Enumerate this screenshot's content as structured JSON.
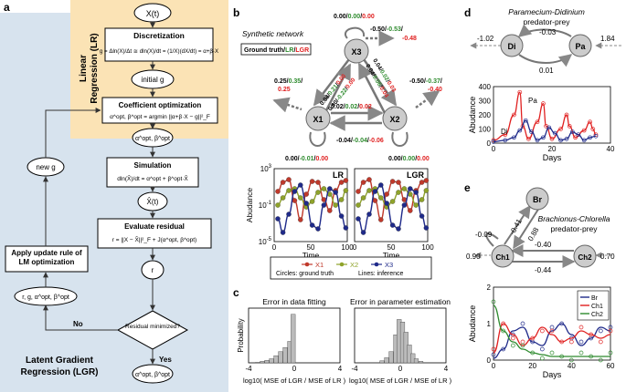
{
  "panel_labels": {
    "a": "a",
    "b": "b",
    "c": "c",
    "d": "d",
    "e": "e"
  },
  "panel_a": {
    "lr_title_1": "Linear",
    "lr_title_2": "Regression (LR)",
    "lgr_title_1": "Latent Gradient",
    "lgr_title_2": "Regression (LGR)",
    "xt": "X(t)",
    "discretization_title": "Discretization",
    "discretization_eq": "g = Δln(X)/Δt ≅ dln(X)/dt = (1/X)(dX/dt) = α+β·X",
    "initial_g": "initial g",
    "coef_title": "Coefficient optimization",
    "coef_eq": "α^opt, β^opt = argmin ||α+β·X − g||²_F",
    "coef_result": "α^opt, β^opt",
    "simulation_title": "Simulation",
    "simulation_eq": "dln(X̂)/dt = α^opt + β^opt·X̂",
    "xhat": "X̂(t)",
    "residual_title": "Evaluate residual",
    "residual_eq": "r = ||X − X̂||²_F + J(α^opt, β^opt)",
    "r": "r",
    "residual_q": "Residual minimized?",
    "no": "No",
    "yes": "Yes",
    "new_g": "new g",
    "lm_rule": "Apply update rule of LM optimization",
    "rg_tuple": "r, g, α^opt, β^opt",
    "final": "α^opt, β^opt"
  },
  "panel_b": {
    "title": "Synthetic network",
    "legend": [
      "Ground truth",
      "LR",
      "LGR"
    ],
    "nodes": [
      "X1",
      "X2",
      "X3"
    ],
    "edges": [
      {
        "gt": "0.00",
        "lr": "0.00",
        "lgr": "0.00"
      },
      {
        "gt": "-0.50",
        "lr": "-0.53",
        "lgr": "-0.48"
      },
      {
        "gt": "0.25",
        "lr": "0.35",
        "lgr": "0.25"
      },
      {
        "gt": "-0.50",
        "lr": "-0.37",
        "lgr": "-0.40"
      },
      {
        "gt": "0.04",
        "lr": "0.21",
        "lgr": "0.00"
      },
      {
        "gt": "0.00",
        "lr": "-0.22",
        "lgr": "0.00"
      },
      {
        "gt": "0.02",
        "lr": "0.02",
        "lgr": "0.02"
      },
      {
        "gt": "0.04",
        "lr": "0.06",
        "lgr": "0.04"
      },
      {
        "gt": "0.04",
        "lr": "0.02",
        "lgr": "0.03"
      },
      {
        "gt": "-0.04",
        "lr": "-0.04",
        "lgr": "-0.06"
      },
      {
        "gt": "0.00",
        "lr": "-0.01",
        "lgr": "0.00"
      },
      {
        "gt": "0.00",
        "lr": "0.00",
        "lgr": "0.00"
      }
    ],
    "colors": {
      "gt": "#000000",
      "lr": "#2e8b2e",
      "lgr": "#e02020"
    },
    "caption_circles": "Circles: ground truth",
    "caption_lines": "Lines: inference"
  },
  "panel_d": {
    "title_1": "Paramecium-Didinium",
    "title_2": "predator-prey",
    "nodes": [
      "Di",
      "Pa"
    ],
    "weights": [
      "-1.02",
      "-0.03",
      "0.01",
      "1.84"
    ]
  },
  "panel_e": {
    "title_1": "Brachionus-Chlorella",
    "title_2": "predator-prey",
    "nodes": [
      "Br",
      "Ch1",
      "Ch2"
    ],
    "weights": [
      "-0.09",
      "-0.41",
      "0.88",
      "0.90",
      "-0.40",
      "-0.44",
      "0.70"
    ]
  },
  "chart_data": [
    {
      "id": "b-lr",
      "type": "scatter",
      "title": "LR",
      "xlabel": "Time",
      "ylabel": "Abudance",
      "xlim": [
        0,
        100
      ],
      "ylim_log10": [
        -5,
        3
      ],
      "yticks": [
        "10^3",
        "10^-1",
        "10^-5"
      ],
      "xticks": [
        "0",
        "50",
        "100"
      ],
      "series": [
        {
          "name": "X1",
          "color": "#c0392b",
          "x": [
            5,
            12,
            20,
            28,
            36,
            44,
            52,
            60,
            68,
            76,
            84,
            92,
            98
          ],
          "log10y": [
            0.5,
            1.5,
            1.8,
            -0.5,
            -2.6,
            0.2,
            1.6,
            1.5,
            -0.4,
            -1.6,
            0.6,
            1.5,
            1.7
          ]
        },
        {
          "name": "X2",
          "color": "#8fa32a",
          "x": [
            5,
            12,
            20,
            28,
            36,
            44,
            52,
            60,
            68,
            76,
            84,
            92,
            98
          ],
          "log10y": [
            -1,
            -0.2,
            0.6,
            0.8,
            -0.2,
            -1.2,
            -0.6,
            0.4,
            0.8,
            0.2,
            -1,
            -0.4,
            0.6
          ]
        },
        {
          "name": "X3",
          "color": "#1f2a8a",
          "x": [
            5,
            12,
            20,
            28,
            36,
            44,
            52,
            60,
            68,
            76,
            84,
            92,
            98
          ],
          "log10y": [
            -2.5,
            -4,
            -2,
            0.5,
            1.2,
            -0.8,
            -3.2,
            -3.6,
            -1,
            0.8,
            0.4,
            -2.2,
            -3.5
          ]
        }
      ]
    },
    {
      "id": "b-lgr",
      "type": "scatter",
      "title": "LGR",
      "xlabel": "Time",
      "xlim": [
        0,
        100
      ],
      "ylim_log10": [
        -5,
        3
      ],
      "xticks": [
        "0",
        "50",
        "100"
      ],
      "series": [
        {
          "name": "X1",
          "color": "#c0392b",
          "x": [
            5,
            12,
            20,
            28,
            36,
            44,
            52,
            60,
            68,
            76,
            84,
            92,
            98
          ],
          "log10y": [
            0.5,
            1.5,
            1.8,
            -0.5,
            -2.6,
            0.2,
            1.6,
            1.5,
            -0.4,
            -1.6,
            0.6,
            1.5,
            1.7
          ]
        },
        {
          "name": "X2",
          "color": "#8fa32a",
          "x": [
            5,
            12,
            20,
            28,
            36,
            44,
            52,
            60,
            68,
            76,
            84,
            92,
            98
          ],
          "log10y": [
            -1,
            -0.2,
            0.6,
            0.8,
            -0.2,
            -1.2,
            -0.6,
            0.4,
            0.8,
            0.2,
            -1,
            -0.4,
            0.6
          ]
        },
        {
          "name": "X3",
          "color": "#1f2a8a",
          "x": [
            5,
            12,
            20,
            28,
            36,
            44,
            52,
            60,
            68,
            76,
            84,
            92,
            98
          ],
          "log10y": [
            -2.5,
            -4,
            -2,
            0.5,
            1.2,
            -0.8,
            -3.2,
            -3.6,
            -1,
            0.8,
            0.4,
            -2.2,
            -3.5
          ]
        }
      ]
    },
    {
      "id": "c-fit",
      "type": "bar",
      "title": "Error in data fitting",
      "ylabel": "Probability",
      "xlabel": "log10( MSE of LGR / MSE of LR )",
      "xticks": [
        "-4",
        "0",
        "4"
      ],
      "xlim": [
        -4,
        4
      ],
      "bin_centers": [
        -3.2,
        -2.8,
        -2.4,
        -2.0,
        -1.6,
        -1.2,
        -0.8,
        -0.4,
        -0.1
      ],
      "values": [
        0.01,
        0.03,
        0.05,
        0.08,
        0.14,
        0.22,
        0.3,
        0.42,
        0.95
      ]
    },
    {
      "id": "c-param",
      "type": "bar",
      "title": "Error in parameter estimation",
      "xlabel": "log10( MSE of LGR / MSE of LR )",
      "xticks": [
        "-4",
        "0",
        "4"
      ],
      "xlim": [
        -4,
        4
      ],
      "bin_centers": [
        -1.6,
        -1.2,
        -0.8,
        -0.4,
        -0.1,
        0.2,
        0.5,
        0.8,
        1.1,
        1.4,
        1.8
      ],
      "values": [
        0.04,
        0.1,
        0.22,
        0.55,
        0.85,
        0.8,
        0.6,
        0.35,
        0.18,
        0.08,
        0.03
      ]
    },
    {
      "id": "d-ts",
      "type": "line",
      "xlabel": "Days",
      "ylabel": "Abudance",
      "xlim": [
        0,
        40
      ],
      "ylim": [
        0,
        400
      ],
      "xticks": [
        "0",
        "20",
        "40"
      ],
      "yticks": [
        "0",
        "100",
        "200",
        "300",
        "400"
      ],
      "series": [
        {
          "name": "Pa",
          "color": "#e02020",
          "x": [
            0,
            4,
            7,
            9,
            10,
            12,
            15,
            17,
            18,
            20,
            23,
            25,
            26,
            28,
            31,
            33,
            34,
            35
          ],
          "y": [
            20,
            60,
            200,
            360,
            120,
            30,
            150,
            280,
            120,
            30,
            100,
            200,
            120,
            40,
            90,
            150,
            100,
            60
          ]
        },
        {
          "name": "Di",
          "color": "#1f2a8a",
          "x": [
            0,
            4,
            7,
            9,
            11,
            13,
            15,
            17,
            19,
            21,
            23,
            25,
            27,
            29,
            31,
            33,
            35
          ],
          "y": [
            10,
            20,
            40,
            90,
            160,
            80,
            20,
            40,
            110,
            70,
            20,
            30,
            80,
            60,
            20,
            40,
            50
          ]
        }
      ]
    },
    {
      "id": "e-ts",
      "type": "line",
      "xlabel": "Days",
      "ylabel": "Abudance",
      "xlim": [
        0,
        60
      ],
      "ylim": [
        0,
        2
      ],
      "xticks": [
        "0",
        "20",
        "40",
        "60"
      ],
      "yticks": [
        "0",
        "1",
        "2"
      ],
      "series": [
        {
          "name": "Br",
          "color": "#1f2a8a",
          "x": [
            0,
            5,
            10,
            15,
            20,
            25,
            30,
            35,
            40,
            45,
            50,
            55,
            60
          ],
          "y": [
            0.05,
            0.3,
            0.8,
            0.9,
            0.5,
            0.4,
            0.8,
            1.0,
            0.7,
            0.4,
            0.6,
            0.9,
            0.8
          ]
        },
        {
          "name": "Ch1",
          "color": "#e02020",
          "x": [
            0,
            5,
            10,
            15,
            20,
            25,
            30,
            35,
            40,
            45,
            50,
            55,
            60
          ],
          "y": [
            0.2,
            1.0,
            0.7,
            0.4,
            0.6,
            0.9,
            0.7,
            0.5,
            0.6,
            0.8,
            0.7,
            0.6,
            0.7
          ]
        },
        {
          "name": "Ch2",
          "color": "#2e8b2e",
          "x": [
            0,
            5,
            10,
            15,
            20,
            25,
            30,
            35,
            40,
            45,
            50,
            55,
            60
          ],
          "y": [
            1.5,
            0.8,
            0.5,
            0.3,
            0.2,
            0.15,
            0.1,
            0.1,
            0.1,
            0.1,
            0.1,
            0.1,
            0.1
          ]
        }
      ]
    }
  ]
}
